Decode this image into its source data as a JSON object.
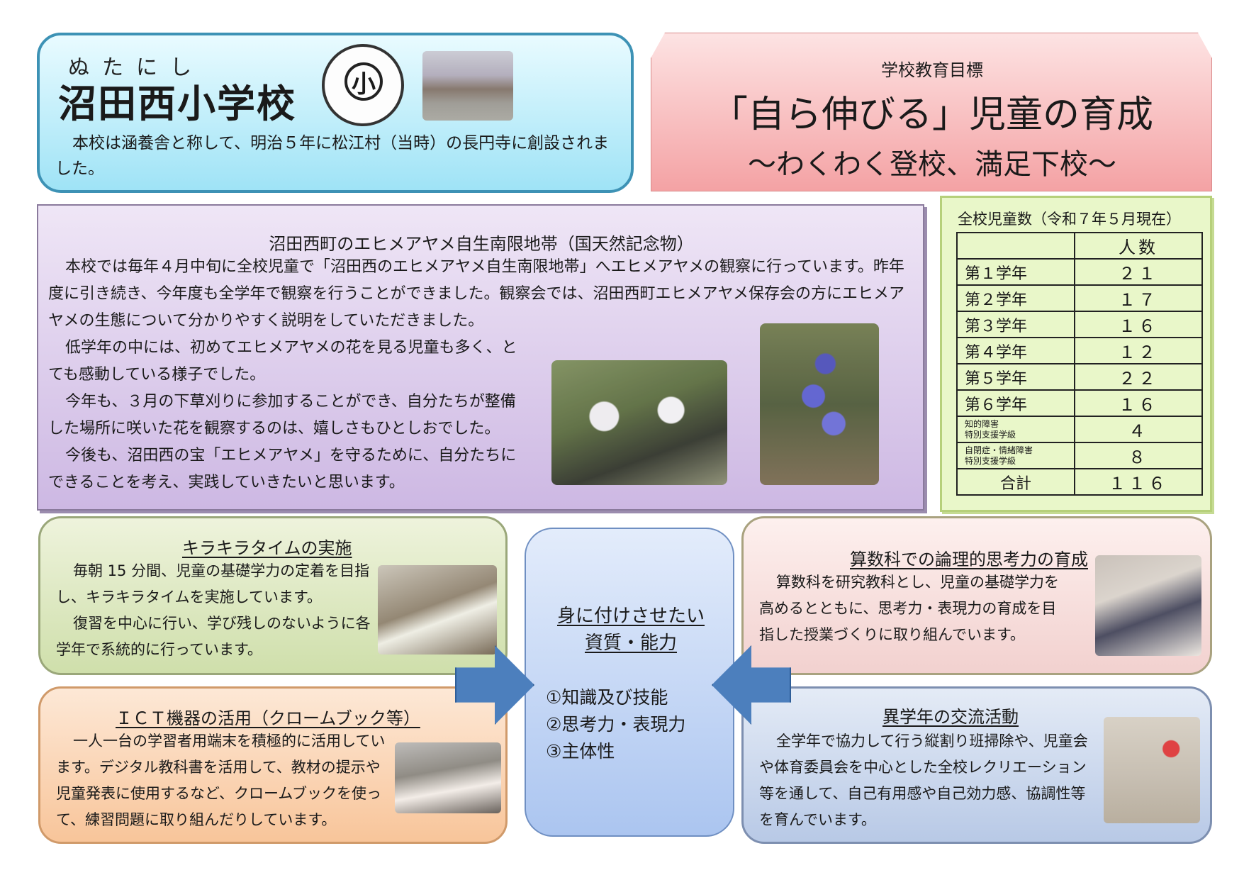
{
  "school": {
    "ruby": "ぬたにし",
    "name": "沼田西小学校",
    "crest_char": "小",
    "description": "本校は涵養舎と称して、明治５年に松江村（当時）の長円寺に創設されました。"
  },
  "goal": {
    "label": "学校教育目標",
    "main": "「自ら伸びる」児童の育成",
    "sub": "～わくわく登校、満足下校～"
  },
  "iris": {
    "title": "沼田西町のエヒメアヤメ自生南限地帯（国天然記念物）",
    "p1": "本校では毎年４月中旬に全校児童で「沼田西のエヒメアヤメ自生南限地帯」へエヒメアヤメの観察に行っています。昨年度に引き続き、今年度も全学年で観察を行うことができました。観察会では、沼田西町エヒメアヤメ保存会の方にエヒメアヤメの生態について分かりやすく説明をしていただきました。",
    "p2": "低学年の中には、初めてエヒメアヤメの花を見る児童も多く、とても感動している様子でした。",
    "p3": "今年も、３月の下草刈りに参加することができ、自分たちが整備した場所に咲いた花を観察するのは、嬉しさもひとしおでした。",
    "p4": "今後も、沼田西の宝「エヒメアヤメ」を守るために、自分たちにできることを考え、実践していきたいと思います。"
  },
  "enrollment": {
    "title": "全校児童数（令和７年５月現在）",
    "header_count": "人数",
    "rows": [
      {
        "label": "第１学年",
        "count": "２１"
      },
      {
        "label": "第２学年",
        "count": "１７"
      },
      {
        "label": "第３学年",
        "count": "１６"
      },
      {
        "label": "第４学年",
        "count": "１２"
      },
      {
        "label": "第５学年",
        "count": "２２"
      },
      {
        "label": "第６学年",
        "count": "１６"
      }
    ],
    "special1_line1": "知的障害",
    "special1_line2": "特別支援学級",
    "special1_count": "４",
    "special2_line1": "自閉症・情緒障害",
    "special2_line2": "特別支援学級",
    "special2_count": "８",
    "total_label": "合計",
    "total_count": "１１６"
  },
  "kira": {
    "title": "キラキラタイムの実施",
    "text1": "毎朝 15 分間、児童の基礎学力の定着を目指し、キラキラタイムを実施しています。",
    "text2": "復習を中心に行い、学び残しのないように各学年で系統的に行っています。"
  },
  "ict": {
    "title": "ＩＣＴ機器の活用（クロームブック等）",
    "text": "一人一台の学習者用端末を積極的に活用しています。デジタル教科書を活用して、教材の提示や児童発表に使用するなど、クロームブックを使って、練習問題に取り組んだりしています。"
  },
  "math": {
    "title": "算数科での論理的思考力の育成",
    "text": "算数科を研究教科とし、児童の基礎学力を高めるとともに、思考力・表現力の育成を目指した授業づくりに取り組んでいます。"
  },
  "kouryu": {
    "title": "異学年の交流活動",
    "text": "全学年で協力して行う縦割り班掃除や、児童会や体育委員会を中心とした全校レクリエーション等を通して、自己有用感や自己効力感、協調性等を育んでいます。"
  },
  "center": {
    "title1": "身に付けさせたい",
    "title2": "資質・能力",
    "items": [
      "①知識及び技能",
      "②思考力・表現力",
      "③主体性"
    ]
  },
  "colors": {
    "school_box": "#9fe3f6",
    "goal_box": "#f4a2a4",
    "iris_box": "#cdb8e3",
    "enroll_box": "#e9f7c9",
    "arrow": "#4c7fbd"
  },
  "icons": [
    "school-crest-icon",
    "arrow-right-icon",
    "arrow-left-icon"
  ]
}
